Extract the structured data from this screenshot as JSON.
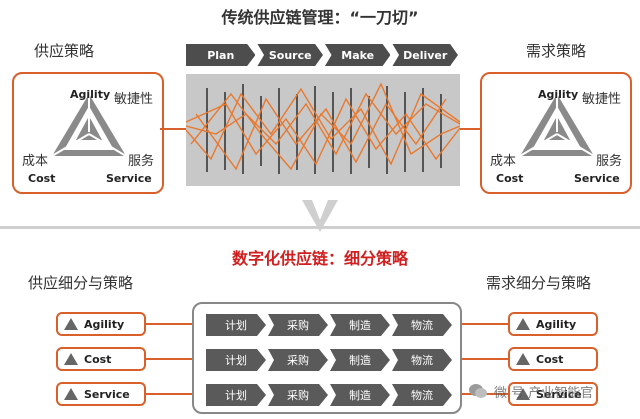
{
  "top_title": "传统供应链管理：“一刀切”",
  "left_top_label": "供应策略",
  "right_top_label": "需求策略",
  "triangle": {
    "agility_en": "Agility",
    "agility_cn": "敏捷性",
    "cost_cn": "成本",
    "cost_en": "Cost",
    "service_cn": "服务",
    "service_en": "Service"
  },
  "top_process": [
    "Plan",
    "Source",
    "Make",
    "Deliver"
  ],
  "mid_title": "数字化供应链：细分策略",
  "left_bottom_label": "供应细分与策略",
  "right_bottom_label": "需求细分与策略",
  "segments": [
    "Agility",
    "Cost",
    "Service"
  ],
  "row_process": [
    "计划",
    "采购",
    "制造",
    "物流"
  ],
  "watermark": "微 号 产业智能官",
  "colors": {
    "accent": "#d9602a",
    "dark_chevron": "#4d4d4d",
    "title_red": "#d11f1f"
  }
}
